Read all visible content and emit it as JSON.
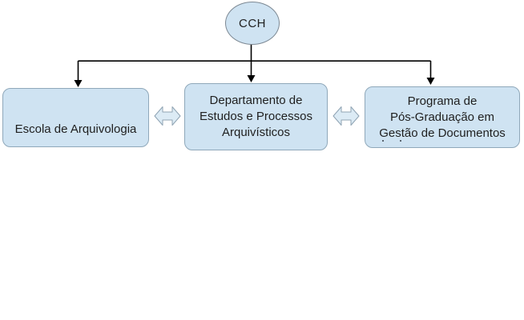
{
  "diagram": {
    "root": {
      "label": "CCH"
    },
    "nodes": [
      {
        "id": "escola",
        "lines": [
          "Escola de Arquivologia"
        ]
      },
      {
        "id": "departamento",
        "lines": [
          "Departamento de",
          "Estudos e Processos",
          "Arquivísticos"
        ]
      },
      {
        "id": "programa",
        "lines": [
          "Programa de",
          "Pós-Graduação em",
          "Gestão de Documentos"
        ],
        "fourth_line_clipped": true
      }
    ],
    "connectors": {
      "tree_parent": "CCH",
      "tree_children": [
        "escola",
        "departamento",
        "programa"
      ],
      "between_sibling_nodes": "double-headed-arrow"
    },
    "colors": {
      "node_fill": "#cfe3f2",
      "node_border": "#8fa8ba",
      "root_border": "#7d8994",
      "double_arrow_fill": "#dcebf5",
      "double_arrow_border": "#8fa3b3",
      "connector_line": "#000000",
      "text": "#1f1f1f",
      "background": "#ffffff"
    }
  }
}
